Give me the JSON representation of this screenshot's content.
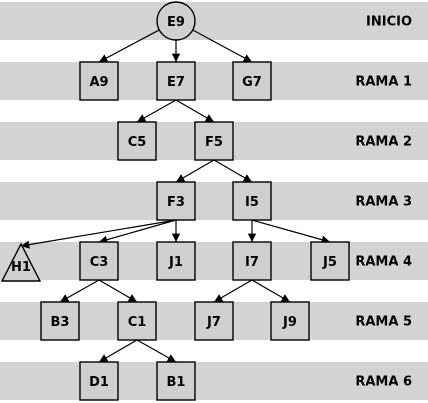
{
  "colors": {
    "band": "#d3d3d3",
    "node_fill": "#cfcfcf",
    "stroke": "#000000",
    "text": "#000000"
  },
  "levels": [
    "INICIO",
    "RAMA 1",
    "RAMA 2",
    "RAMA 3",
    "RAMA 4",
    "RAMA 5",
    "RAMA 6"
  ],
  "nodes": [
    {
      "id": "E9",
      "label": "E9",
      "shape": "circle"
    },
    {
      "id": "A9",
      "label": "A9",
      "shape": "square"
    },
    {
      "id": "E7",
      "label": "E7",
      "shape": "square"
    },
    {
      "id": "G7",
      "label": "G7",
      "shape": "square"
    },
    {
      "id": "C5",
      "label": "C5",
      "shape": "square"
    },
    {
      "id": "F5",
      "label": "F5",
      "shape": "square"
    },
    {
      "id": "F3",
      "label": "F3",
      "shape": "square"
    },
    {
      "id": "I5",
      "label": "I5",
      "shape": "square"
    },
    {
      "id": "H1",
      "label": "H1",
      "shape": "triangle"
    },
    {
      "id": "C3",
      "label": "C3",
      "shape": "square"
    },
    {
      "id": "J1",
      "label": "J1",
      "shape": "square"
    },
    {
      "id": "I7",
      "label": "I7",
      "shape": "square"
    },
    {
      "id": "J5",
      "label": "J5",
      "shape": "square"
    },
    {
      "id": "B3",
      "label": "B3",
      "shape": "square"
    },
    {
      "id": "C1",
      "label": "C1",
      "shape": "square"
    },
    {
      "id": "J7",
      "label": "J7",
      "shape": "square"
    },
    {
      "id": "J9",
      "label": "J9",
      "shape": "square"
    },
    {
      "id": "D1",
      "label": "D1",
      "shape": "square"
    },
    {
      "id": "B1",
      "label": "B1",
      "shape": "square"
    }
  ],
  "edges": [
    [
      "E9",
      "A9"
    ],
    [
      "E9",
      "E7"
    ],
    [
      "E9",
      "G7"
    ],
    [
      "E7",
      "C5"
    ],
    [
      "E7",
      "F5"
    ],
    [
      "F5",
      "F3"
    ],
    [
      "F5",
      "I5"
    ],
    [
      "F3",
      "H1"
    ],
    [
      "F3",
      "C3"
    ],
    [
      "F3",
      "J1"
    ],
    [
      "I5",
      "I7"
    ],
    [
      "I5",
      "J5"
    ],
    [
      "C3",
      "B3"
    ],
    [
      "C3",
      "C1"
    ],
    [
      "I7",
      "J7"
    ],
    [
      "I7",
      "J9"
    ],
    [
      "C1",
      "D1"
    ],
    [
      "C1",
      "B1"
    ]
  ]
}
